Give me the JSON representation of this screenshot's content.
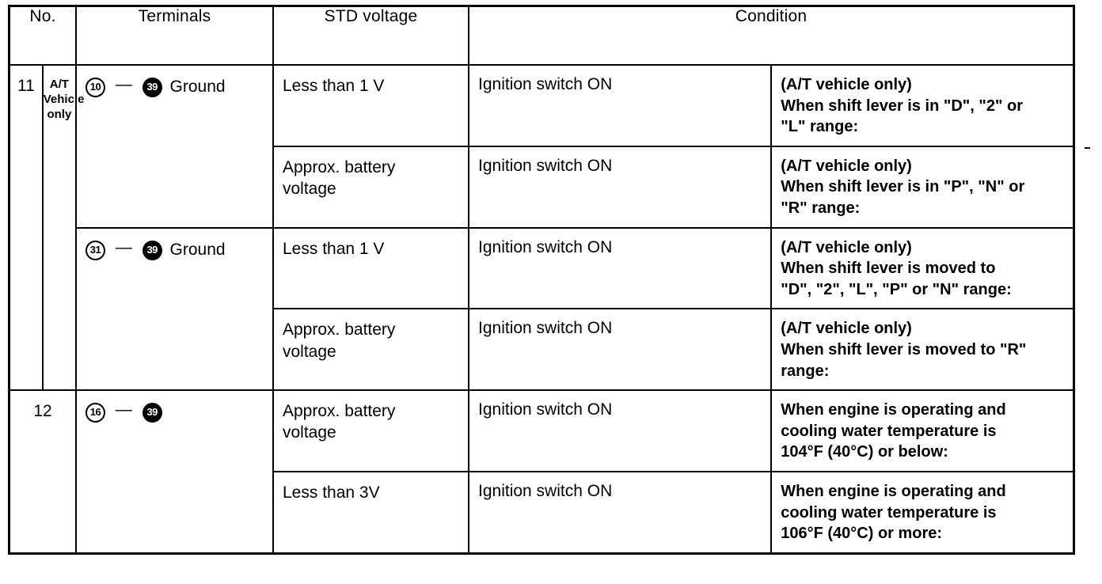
{
  "table": {
    "headers": {
      "no": "No.",
      "terminals": "Terminals",
      "std_voltage": "STD voltage",
      "condition": "Condition"
    },
    "rows": [
      {
        "no": "11",
        "no_note": "A/T\nVehicle\nonly",
        "terminal_groups": [
          {
            "terminal_a": "10",
            "terminal_a_style": "outline",
            "separator": "—",
            "terminal_b": "39",
            "terminal_b_style": "filled",
            "terminal_suffix": "Ground",
            "entries": [
              {
                "std_voltage": "Less than 1 V",
                "condition_switch": "Ignition switch ON",
                "condition_detail": "(A/T vehicle only)\nWhen shift lever is in \"D\", \"2\" or\n\"L\" range:"
              },
              {
                "std_voltage": "Approx. battery\nvoltage",
                "condition_switch": "Ignition switch ON",
                "condition_detail": "(A/T vehicle only)\nWhen shift lever is in \"P\", \"N\" or\n\"R\" range:"
              }
            ]
          },
          {
            "terminal_a": "31",
            "terminal_a_style": "outline",
            "separator": "—",
            "terminal_b": "39",
            "terminal_b_style": "filled",
            "terminal_suffix": "Ground",
            "entries": [
              {
                "std_voltage": "Less than 1 V",
                "condition_switch": "Ignition switch ON",
                "condition_detail": "(A/T vehicle only)\nWhen shift lever is moved to\n\"D\", \"2\", \"L\", \"P\" or \"N\" range:"
              },
              {
                "std_voltage": "Approx. battery\nvoltage",
                "condition_switch": "Ignition switch ON",
                "condition_detail": "(A/T vehicle only)\nWhen shift lever is moved to \"R\"\nrange:"
              }
            ]
          }
        ]
      },
      {
        "no": "12",
        "no_note": "",
        "terminal_groups": [
          {
            "terminal_a": "16",
            "terminal_a_style": "outline",
            "separator": "—",
            "terminal_b": "39",
            "terminal_b_style": "filled",
            "terminal_suffix": "",
            "entries": [
              {
                "std_voltage": "Approx. battery\nvoltage",
                "condition_switch": "Ignition switch ON",
                "condition_detail": "When engine is operating and\ncooling water temperature is\n104°F (40°C) or below:"
              },
              {
                "std_voltage": "Less than 3V",
                "condition_switch": "Ignition switch ON",
                "condition_detail": "When engine is operating and\ncooling water temperature is\n106°F (40°C) or more:"
              }
            ]
          }
        ]
      }
    ]
  }
}
